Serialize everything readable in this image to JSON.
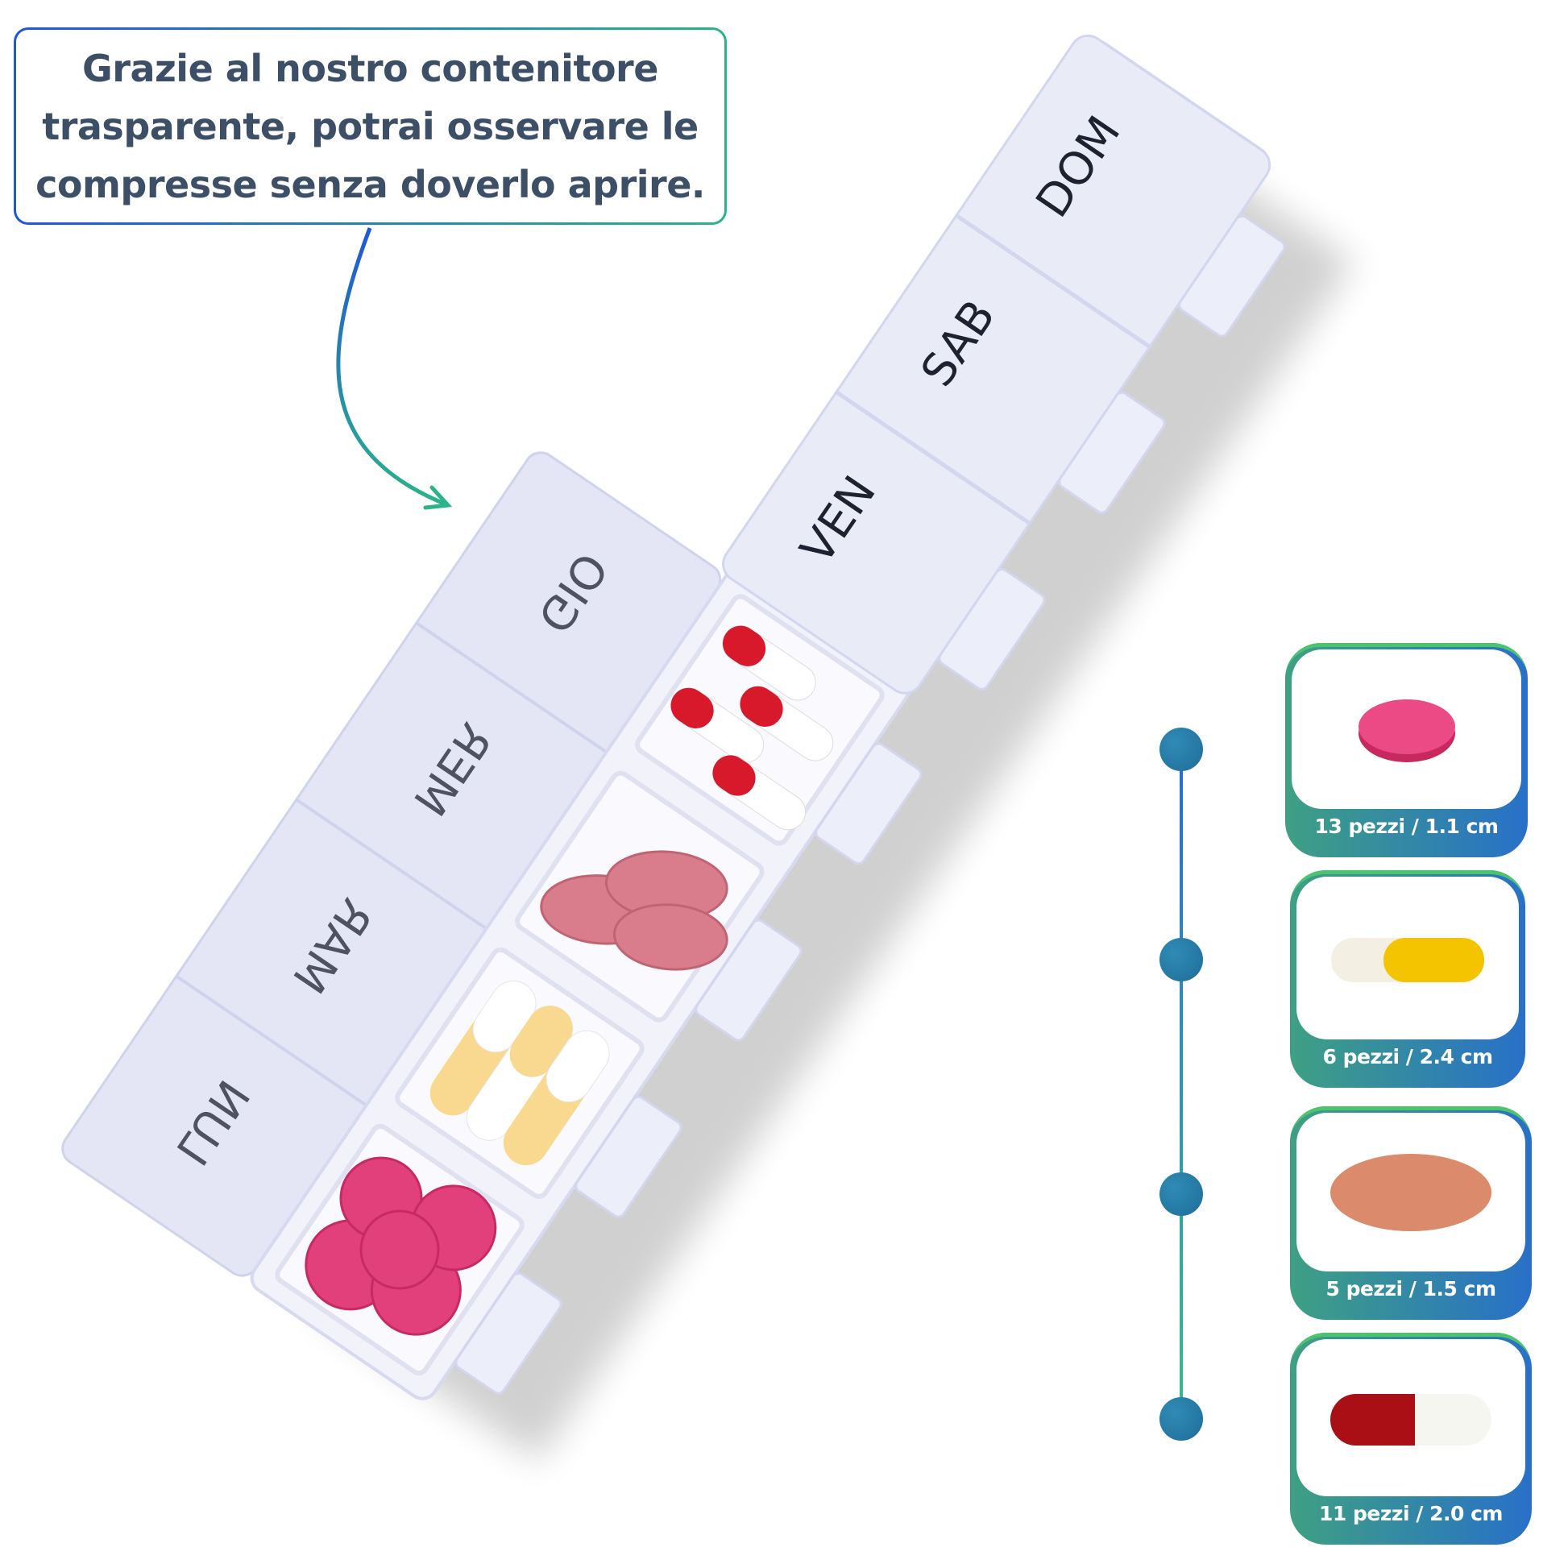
{
  "callout": {
    "lines": [
      "Grazie al nostro contenitore",
      "trasparente, potrai osservare le",
      "compresse senza doverlo aprire."
    ]
  },
  "pillbox": {
    "days": [
      "LUN",
      "MAR",
      "MER",
      "GIO",
      "VEN",
      "SAB",
      "DOM"
    ]
  },
  "pill_cards": [
    {
      "label": "13 pezzi / 1.1 cm",
      "pill": "round-pink-tablet-icon",
      "color": "#e8366f"
    },
    {
      "label": "6 pezzi / 2.4 cm",
      "pill": "yellow-white-capsule-icon",
      "color": "#f5c400"
    },
    {
      "label": "5 pezzi / 1.5 cm",
      "pill": "oval-salmon-tablet-icon",
      "color": "#d98a6a"
    },
    {
      "label": "11 pezzi / 2.0 cm",
      "pill": "red-white-capsule-icon",
      "color": "#b00f12"
    }
  ],
  "colors": {
    "text": "#3c4f67",
    "gradient_start": "#1f57d6",
    "gradient_end": "#2bb38a"
  }
}
